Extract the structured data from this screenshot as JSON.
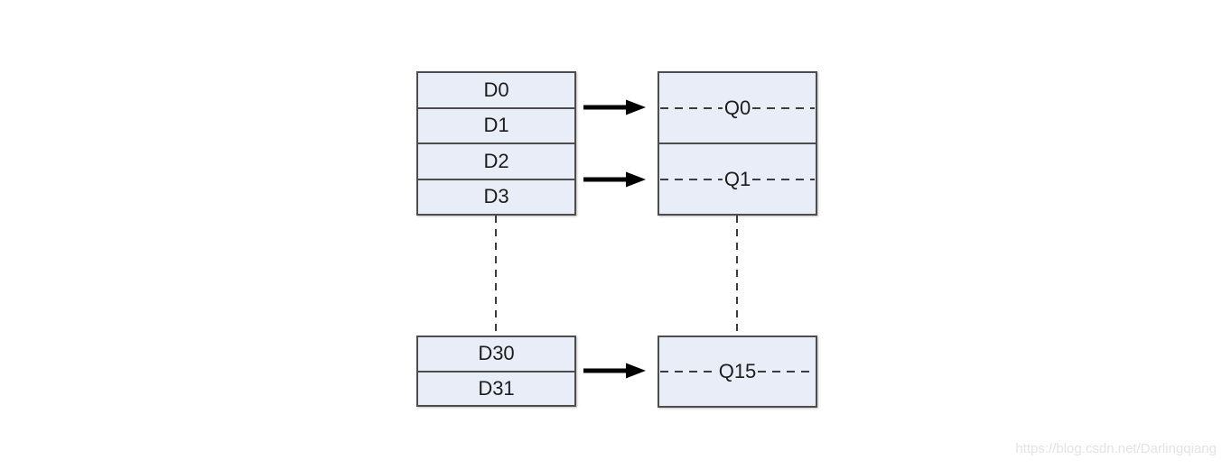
{
  "diagram": {
    "d_top_cells": [
      "D0",
      "D1",
      "D2",
      "D3"
    ],
    "q_top_cells": [
      "Q0",
      "Q1"
    ],
    "d_bottom_cells": [
      "D30",
      "D31"
    ],
    "q_bottom_cells": [
      "Q15"
    ]
  },
  "watermark": {
    "text": "https://blog.csdn.net/Darlingqiang"
  },
  "colors": {
    "background": "#ffffff",
    "box_fill": "#e8edf7",
    "box_border": "#4d4d4d",
    "dashed_line": "#3c3c3c",
    "arrow": "#000000",
    "watermark_text": "#e3e3e3"
  }
}
